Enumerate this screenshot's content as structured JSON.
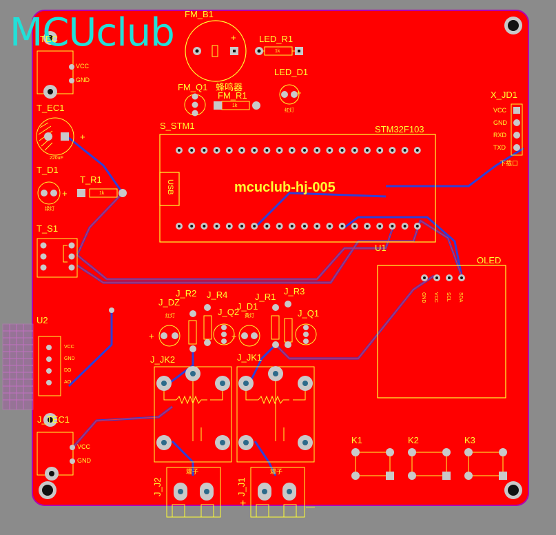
{
  "brand": {
    "text": "MCUclub"
  },
  "board": {
    "title": "mcuclub-hj-005"
  },
  "colors": {
    "background": "#8b8b8b",
    "board": "#ff0000",
    "silkscreen": "#ffff33",
    "trace": "#2f3fd8",
    "pad": "#c9c9c9",
    "outline": "#b000b0",
    "brand": "#22e0d8"
  },
  "components": {
    "t_tec": {
      "ref": "TEC",
      "pins": [
        "VCC",
        "GND"
      ]
    },
    "t_ec1": {
      "ref": "T_EC1",
      "value": "220uF"
    },
    "t_d1": {
      "ref": "T_D1",
      "note": "绿灯"
    },
    "t_r1": {
      "ref": "T_R1",
      "value": "1k"
    },
    "t_s1": {
      "ref": "T_S1"
    },
    "u2": {
      "ref": "U2",
      "pins": [
        "VCC",
        "GND",
        "DO",
        "AO"
      ]
    },
    "j_tec1": {
      "ref": "J_TEC1",
      "pins": [
        "VCC",
        "GND"
      ]
    },
    "fm_b1": {
      "ref": "FM_B1"
    },
    "fm_q1": {
      "ref": "FM_Q1",
      "note": "蜂鸣器"
    },
    "fm_r1": {
      "ref": "FM_R1",
      "value": "1k"
    },
    "led_r1": {
      "ref": "LED_R1",
      "value": "1k"
    },
    "led_d1": {
      "ref": "LED_D1",
      "note": "红灯"
    },
    "x_jd1": {
      "ref": "X_JD1",
      "pins": [
        "VCC",
        "GND",
        "RXD",
        "TXD"
      ],
      "note": "下载口"
    },
    "s_stm1": {
      "ref": "S_STM1",
      "part": "STM32F103",
      "usb": "USB"
    },
    "u1": {
      "ref": "U1"
    },
    "oled": {
      "ref": "OLED",
      "pins": [
        "GND",
        "VCC",
        "SCL",
        "SDA"
      ]
    },
    "j_dz": {
      "ref": "J_DZ",
      "note": "红灯"
    },
    "j_r2": {
      "ref": "J_R2"
    },
    "j_r4": {
      "ref": "J_R4"
    },
    "j_q2": {
      "ref": "J_Q2"
    },
    "j_d1": {
      "ref": "J_D1",
      "note": "黄灯"
    },
    "j_r1": {
      "ref": "J_R1"
    },
    "j_r3": {
      "ref": "J_R3"
    },
    "j_q1": {
      "ref": "J_Q1"
    },
    "j_jk2": {
      "ref": "J_JK2"
    },
    "j_jk1": {
      "ref": "J_JK1"
    },
    "j_j2": {
      "ref": "J_J2",
      "note": "端子"
    },
    "j_j1": {
      "ref": "J_J1",
      "note": "端子"
    },
    "k1": {
      "ref": "K1"
    },
    "k2": {
      "ref": "K2"
    },
    "k3": {
      "ref": "K3"
    }
  },
  "polarity": {
    "plus": "+",
    "minus": "—"
  }
}
